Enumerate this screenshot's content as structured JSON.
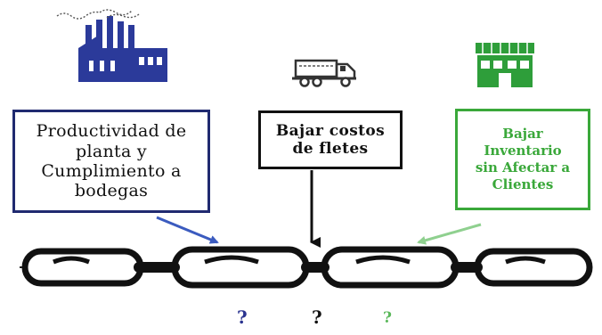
{
  "boxes": {
    "left": {
      "text": "Productividad de\nplanta y\nCumplimiento a\nbodegas",
      "border_color": "#202a70"
    },
    "center": {
      "text": "Bajar costos\nde fletes",
      "border_color": "#111111"
    },
    "right": {
      "text": "Bajar\nInventario\nsin Afectar a\nClientes",
      "border_color": "#3aa83a"
    }
  },
  "question_marks": [
    {
      "text": "?",
      "color": "#2b3490"
    },
    {
      "text": "?",
      "color": "#111111"
    },
    {
      "text": "?",
      "color": "#5ab85a"
    }
  ],
  "icons": [
    "factory-icon",
    "truck-icon",
    "store-icon",
    "chain-icon"
  ],
  "colors": {
    "plant": "#202a70",
    "freight": "#111111",
    "customers": "#3aa83a"
  }
}
